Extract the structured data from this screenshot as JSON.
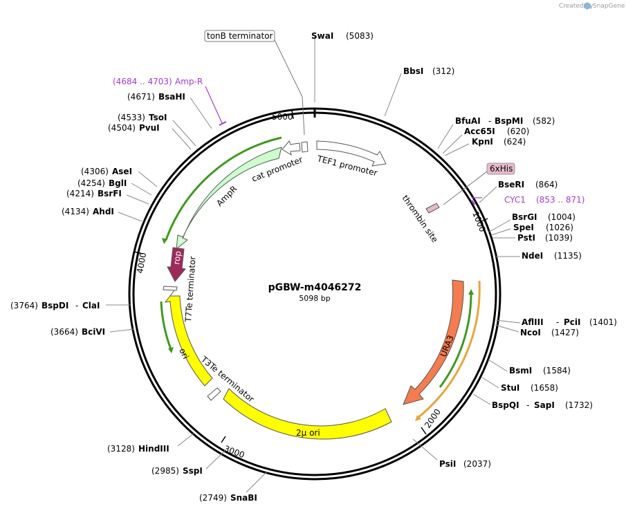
{
  "credit": {
    "created_by": "Created by",
    "brand": "SnapGene"
  },
  "plasmid": {
    "name": "pGBW-m4046272",
    "size": "5098 bp"
  },
  "ticks": [
    "1000",
    "2000",
    "3000",
    "4000",
    "5000"
  ],
  "sites": {
    "swai": {
      "name": "SwaI",
      "pos": "(5083)"
    },
    "bbsi": {
      "name": "BbsI",
      "pos": "(312)"
    },
    "bfuai": {
      "name": "BfuAI",
      "sep": "-",
      "name2": "BspMI",
      "pos": "(582)"
    },
    "acc65i": {
      "name": "Acc65I",
      "pos": "(620)"
    },
    "kpni": {
      "name": "KpnI",
      "pos": "(624)"
    },
    "bseri": {
      "name": "BseRI",
      "pos": "(864)"
    },
    "bsrgi": {
      "name": "BsrGI",
      "pos": "(1004)"
    },
    "spei": {
      "name": "SpeI",
      "pos": "(1026)"
    },
    "psti": {
      "name": "PstI",
      "pos": "(1039)"
    },
    "ndei": {
      "name": "NdeI",
      "pos": "(1135)"
    },
    "aflIII": {
      "name": "AflIII",
      "sep": "-",
      "name2": "PciI",
      "pos": "(1401)"
    },
    "ncoi": {
      "name": "NcoI",
      "pos": "(1427)"
    },
    "bsmi": {
      "name": "BsmI",
      "pos": "(1584)"
    },
    "stui": {
      "name": "StuI",
      "pos": "(1658)"
    },
    "bspqi": {
      "name": "BspQI",
      "sep": "-",
      "name2": "SapI",
      "pos": "(1732)"
    },
    "psii": {
      "name": "PsiI",
      "pos": "(2037)"
    },
    "snabi": {
      "name": "SnaBI",
      "pos": "(2749)"
    },
    "sspi": {
      "name": "SspI",
      "pos": "(2985)"
    },
    "hindiii": {
      "name": "HindIII",
      "pos": "(3128)"
    },
    "bcivi": {
      "name": "BciVI",
      "pos": "(3664)"
    },
    "bspdi": {
      "name": "BspDI",
      "sep": "-",
      "name2": "ClaI",
      "pos": "(3764)"
    },
    "ahdi": {
      "name": "AhdI",
      "pos": "(4134)"
    },
    "bsrfi": {
      "name": "BsrFI",
      "pos": "(4214)"
    },
    "bgli": {
      "name": "BglI",
      "pos": "(4254)"
    },
    "asei": {
      "name": "AseI",
      "pos": "(4306)"
    },
    "pvui": {
      "name": "PvuI",
      "pos": "(4504)"
    },
    "tsoi": {
      "name": "TsoI",
      "pos": "(4533)"
    },
    "bsahi": {
      "name": "BsaHI",
      "pos": "(4671)"
    }
  },
  "primers": {
    "ampr": {
      "range": "(4684 .. 4703)",
      "name": "Amp-R"
    },
    "cyc1": {
      "name": "CYC1",
      "range": "(853 .. 871)"
    }
  },
  "features": {
    "tonb": "tonB terminator",
    "tef1": "TEF1 promoter",
    "his6": "6xHis",
    "thrombin": "thrombin site",
    "ura3": "URA3",
    "two_mu": "2μ ori",
    "t3te": "T3Te terminator",
    "ori": "ori",
    "t7te": "T7Te terminator",
    "rop": "rop",
    "ampr": "AmpR",
    "cat": "cat promoter"
  },
  "colors": {
    "ura3": "#f47c4f",
    "two_mu": "#ffff00",
    "ori": "#ffff00",
    "rop": "#9e2a5a",
    "ampr": "#ccffcc",
    "his6": "#e8b9cc",
    "primer": "#a33ad2",
    "orf_green": "#3d9a1c",
    "orf_orange": "#e8a53a"
  }
}
